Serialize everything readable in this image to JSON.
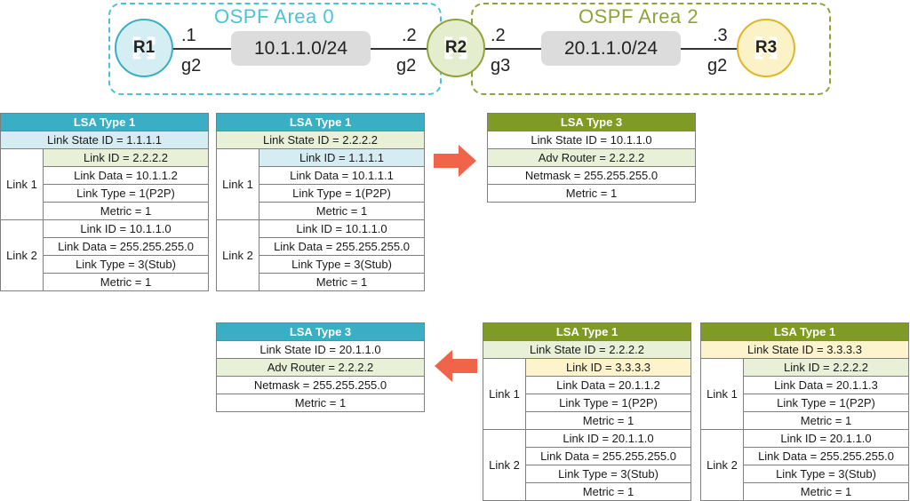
{
  "colors": {
    "area0": "#4bc3d6",
    "area2": "#8ea33a",
    "r1_fill": "#d4eef3",
    "r2_fill": "#e4eecf",
    "r3_fill": "#fbf2c8",
    "hdr_teal": "#3aaec4",
    "hdr_olive": "#7f9a25",
    "fill_blue": "#d6ecf3",
    "fill_green": "#e9f0d8",
    "fill_yellow": "#fdf3cc",
    "arrow": "#f0644a"
  },
  "topology": {
    "area0_label": "OSPF Area 0",
    "area2_label": "OSPF Area 2",
    "routers": {
      "r1": "R1",
      "r2": "R2",
      "r3": "R3"
    },
    "router_icon": "router-arrows-icon",
    "subnet_a": "10.1.1.0/24",
    "subnet_b": "20.1.1.0/24",
    "r1_ip": ".1",
    "r1_port": "g2",
    "r2_ip_a": ".2",
    "r2_port_a": "g2",
    "r2_ip_b": ".2",
    "r2_port_b": "g3",
    "r3_ip": ".3",
    "r3_port": "g2"
  },
  "arrows": {
    "right": "arrow-right-icon",
    "left": "arrow-left-icon"
  },
  "lsa1_r1": {
    "title": "LSA Type 1",
    "lsid": "Link State ID = 1.1.1.1",
    "link1_label": "Link 1",
    "link1": [
      "Link ID = 2.2.2.2",
      "Link Data = 10.1.1.2",
      "Link Type = 1(P2P)",
      "Metric = 1"
    ],
    "link2_label": "Link 2",
    "link2": [
      "Link ID = 10.1.1.0",
      "Link Data = 255.255.255.0",
      "Link Type = 3(Stub)",
      "Metric = 1"
    ]
  },
  "lsa1_r2_area0": {
    "title": "LSA Type 1",
    "lsid": "Link State ID = 2.2.2.2",
    "link1_label": "Link 1",
    "link1": [
      "Link ID = 1.1.1.1",
      "Link Data = 10.1.1.1",
      "Link Type = 1(P2P)",
      "Metric = 1"
    ],
    "link2_label": "Link 2",
    "link2": [
      "Link ID = 10.1.1.0",
      "Link Data = 255.255.255.0",
      "Link Type = 3(Stub)",
      "Metric = 1"
    ]
  },
  "lsa3_area2": {
    "title": "LSA Type 3",
    "rows": [
      "Link State ID = 10.1.1.0",
      "Adv Router = 2.2.2.2",
      "Netmask = 255.255.255.0",
      "Metric = 1"
    ]
  },
  "lsa3_area0": {
    "title": "LSA Type 3",
    "rows": [
      "Link State ID = 20.1.1.0",
      "Adv Router = 2.2.2.2",
      "Netmask = 255.255.255.0",
      "Metric = 1"
    ]
  },
  "lsa1_r2_area2": {
    "title": "LSA Type 1",
    "lsid": "Link State ID = 2.2.2.2",
    "link1_label": "Link 1",
    "link1": [
      "Link ID = 3.3.3.3",
      "Link Data = 20.1.1.2",
      "Link Type = 1(P2P)",
      "Metric = 1"
    ],
    "link2_label": "Link 2",
    "link2": [
      "Link ID = 20.1.1.0",
      "Link Data = 255.255.255.0",
      "Link Type = 3(Stub)",
      "Metric = 1"
    ]
  },
  "lsa1_r3": {
    "title": "LSA Type 1",
    "lsid": "Link State ID = 3.3.3.3",
    "link1_label": "Link 1",
    "link1": [
      "Link ID = 2.2.2.2",
      "Link Data = 20.1.1.3",
      "Link Type = 1(P2P)",
      "Metric = 1"
    ],
    "link2_label": "Link 2",
    "link2": [
      "Link ID = 20.1.1.0",
      "Link Data = 255.255.255.0",
      "Link Type = 3(Stub)",
      "Metric = 1"
    ]
  }
}
